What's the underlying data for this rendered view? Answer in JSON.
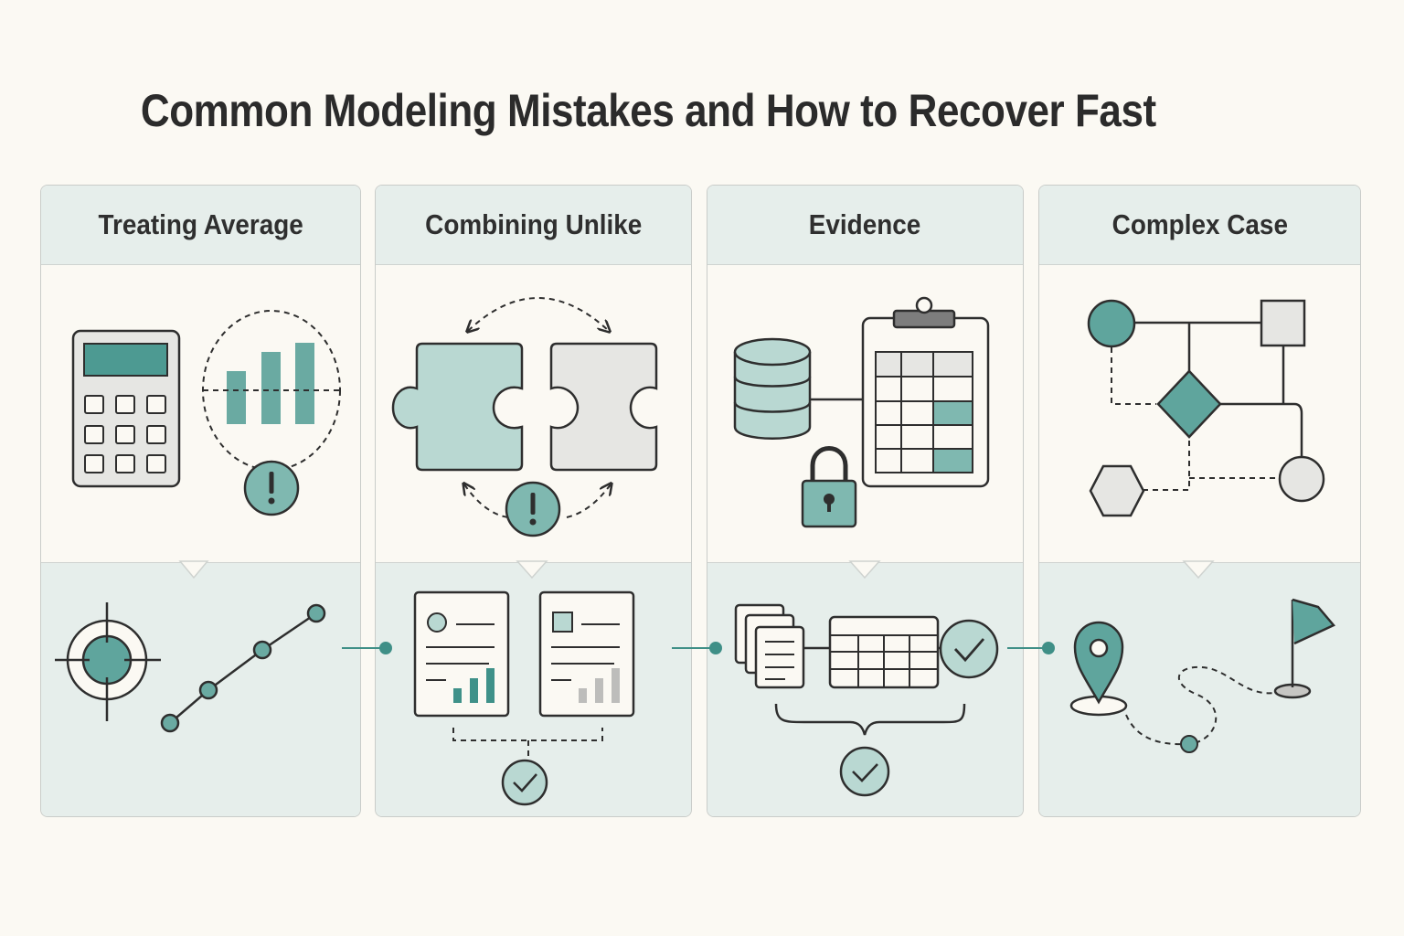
{
  "title": "Common Modeling Mistakes and How to Recover Fast",
  "panels": [
    {
      "heading": "Treating Average"
    },
    {
      "heading": "Combining Unlike"
    },
    {
      "heading": "Evidence"
    },
    {
      "heading": "Complex Case"
    }
  ],
  "colors": {
    "background": "#fbf9f3",
    "header_fill": "#e6eeeb",
    "teal": "#5fa59d",
    "teal_light": "#b9d8d2",
    "outline": "#2e2e2e",
    "gray_fill": "#e6e6e3"
  },
  "icons": [
    "calculator-icon",
    "bar-chart-icon",
    "alert-icon",
    "target-icon",
    "trend-line-icon",
    "puzzle-piece-icon",
    "report-card-icon",
    "check-icon",
    "database-icon",
    "lock-icon",
    "clipboard-table-icon",
    "documents-icon",
    "table-icon",
    "flowchart-icon",
    "map-pin-icon",
    "dashed-path-icon",
    "flag-icon"
  ]
}
